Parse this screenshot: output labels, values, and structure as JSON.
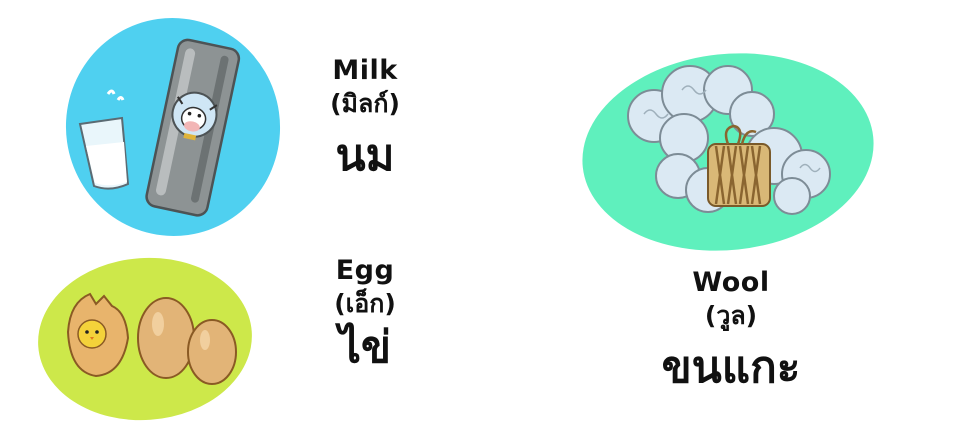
{
  "items": {
    "milk": {
      "english": "Milk",
      "transliteration": "(มิลก์)",
      "thai": "นม"
    },
    "egg": {
      "english": "Egg",
      "transliteration": "(เอ็ก)",
      "thai": "ไข่"
    },
    "wool": {
      "english": "Wool",
      "transliteration": "(วูล)",
      "thai": "ขนแกะ"
    }
  },
  "colors": {
    "milk_background": "#4fd0f0",
    "egg_background": "#cde84a",
    "wool_background": "#5ff0bd"
  },
  "icons": {
    "milk": "milk-carton-and-glass-icon",
    "egg": "eggs-and-chick-icon",
    "wool": "wool-bundle-icon"
  }
}
